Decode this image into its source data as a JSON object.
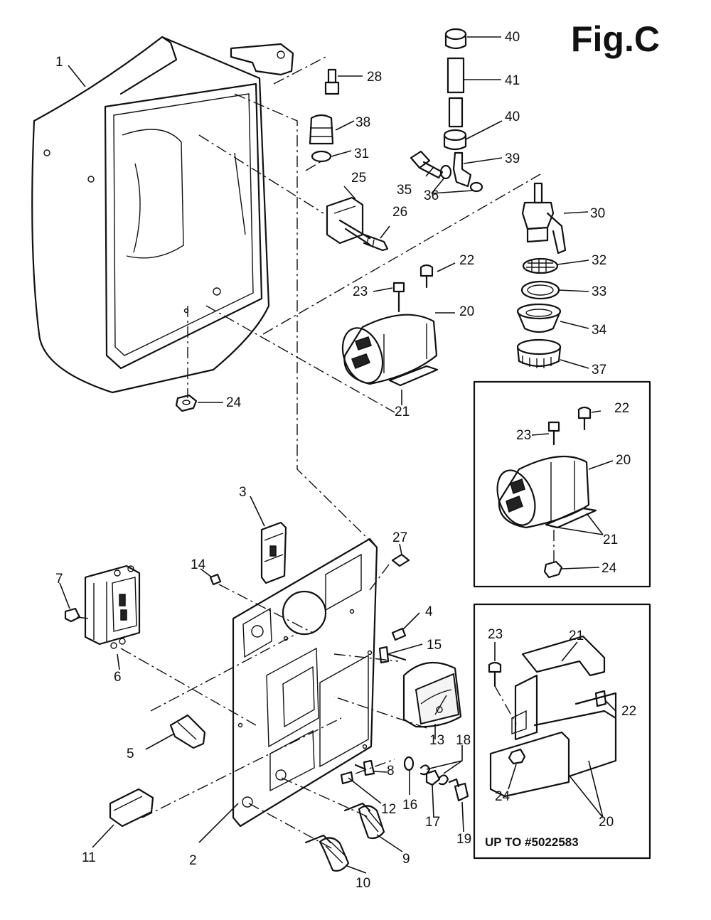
{
  "figure_title": "Fig.C",
  "inset_note": "UP TO #5022583",
  "callouts": [
    "1",
    "2",
    "3",
    "4",
    "5",
    "6",
    "7",
    "8",
    "9",
    "10",
    "11",
    "12",
    "13",
    "14",
    "15",
    "16",
    "17",
    "18",
    "19",
    "20",
    "21",
    "22",
    "23",
    "24",
    "25",
    "26",
    "27",
    "28",
    "30",
    "31",
    "32",
    "33",
    "34",
    "35",
    "36",
    "37",
    "38",
    "39",
    "40",
    "41"
  ],
  "inset_a_callouts": [
    "20",
    "21",
    "22",
    "23",
    "24"
  ],
  "inset_b_callouts": [
    "20",
    "21",
    "22",
    "23",
    "24"
  ]
}
